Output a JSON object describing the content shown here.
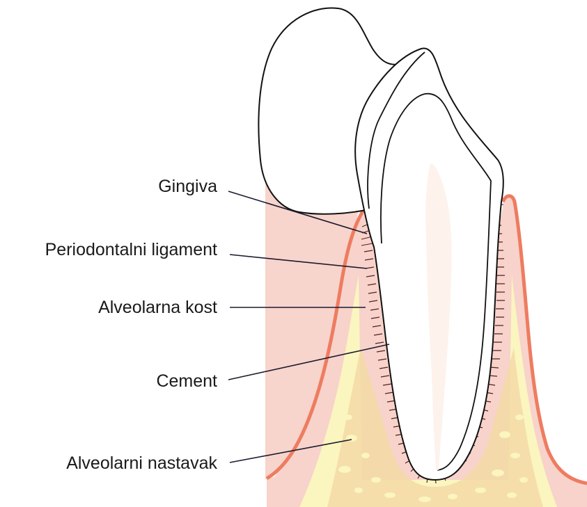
{
  "labels": {
    "gingiva": "Gingiva",
    "periodontal_ligament": "Periodontalni ligament",
    "alveolar_bone": "Alveolarna kost",
    "cement": "Cement",
    "alveolar_process": "Alveolarni nastavak"
  },
  "colors": {
    "gum_pink": "#f6cfc6",
    "gum_edge": "#ee7c60",
    "bone_yellow": "#fbf5bf",
    "bone_spongy": "#f5d6a2",
    "ligament_line": "#5a1d1d",
    "outline": "#111111",
    "leader_line": "#1a1b2e"
  }
}
